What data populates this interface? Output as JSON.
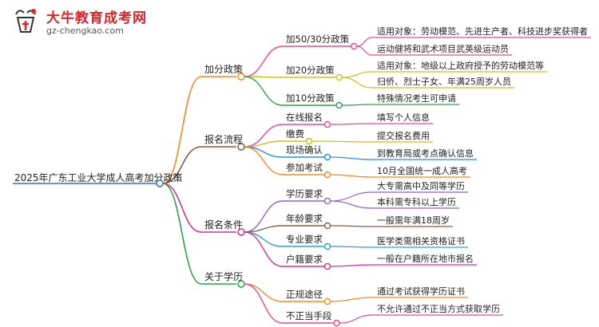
{
  "logo": {
    "title": "大牛教育成考网",
    "url": "gz-chengkao.com"
  },
  "root": "2025年广东工业大学成人高考加分政策",
  "branches": [
    {
      "label": "加分政策",
      "color": "#f28a21",
      "children": [
        {
          "label": "加50/30分政策",
          "color": "#e64d8a",
          "leaves": [
            "适用对象：劳动模范、先进生产者、科技进步奖获得者",
            "运动健将和武术项目武英级运动员"
          ]
        },
        {
          "label": "加20分政策",
          "color": "#c9c11b",
          "leaves": [
            "适用对象：地级以上政府授予的劳动模范等",
            "归侨、烈士子女、年满25周岁人员"
          ]
        },
        {
          "label": "加10分政策",
          "color": "#2da14c",
          "leaves": [
            "特殊情况考生可申请"
          ]
        }
      ]
    },
    {
      "label": "报名流程",
      "color": "#8c5a4e",
      "children": [
        {
          "label": "在线报名",
          "color": "#e64d8a",
          "leaves": [
            "填写个人信息"
          ]
        },
        {
          "label": "缴费",
          "color": "#c9c11b",
          "leaves": [
            "提交报名费用"
          ]
        },
        {
          "label": "现场确认",
          "color": "#2b8fd6",
          "leaves": [
            "到教育局或考点确认信息"
          ]
        },
        {
          "label": "参加考试",
          "color": "#f28a21",
          "leaves": [
            "10月全国统一成人高考"
          ]
        }
      ]
    },
    {
      "label": "报名条件",
      "color": "#d0368e",
      "children": [
        {
          "label": "学历要求",
          "color": "#8e63c7",
          "leaves": [
            "大专需高中及同等学历",
            "本科需专科以上学历"
          ]
        },
        {
          "label": "年龄要求",
          "color": "#8c5a4e",
          "leaves": [
            "一般需年满18周岁"
          ]
        },
        {
          "label": "专业要求",
          "color": "#2aa6b8",
          "leaves": [
            "医学类需相关资格证书"
          ]
        },
        {
          "label": "户籍要求",
          "color": "#d0368e",
          "leaves": [
            "一般在户籍所在地市报名"
          ]
        }
      ]
    },
    {
      "label": "关于学历",
      "color": "#2da14c",
      "children": [
        {
          "label": "正规途径",
          "color": "#f28a21",
          "leaves": [
            "通过考试获得学历证书"
          ]
        },
        {
          "label": "不正当手段",
          "color": "#e64d8a",
          "leaves": [
            "不允许通过不正当方式获取学历"
          ]
        }
      ]
    }
  ]
}
